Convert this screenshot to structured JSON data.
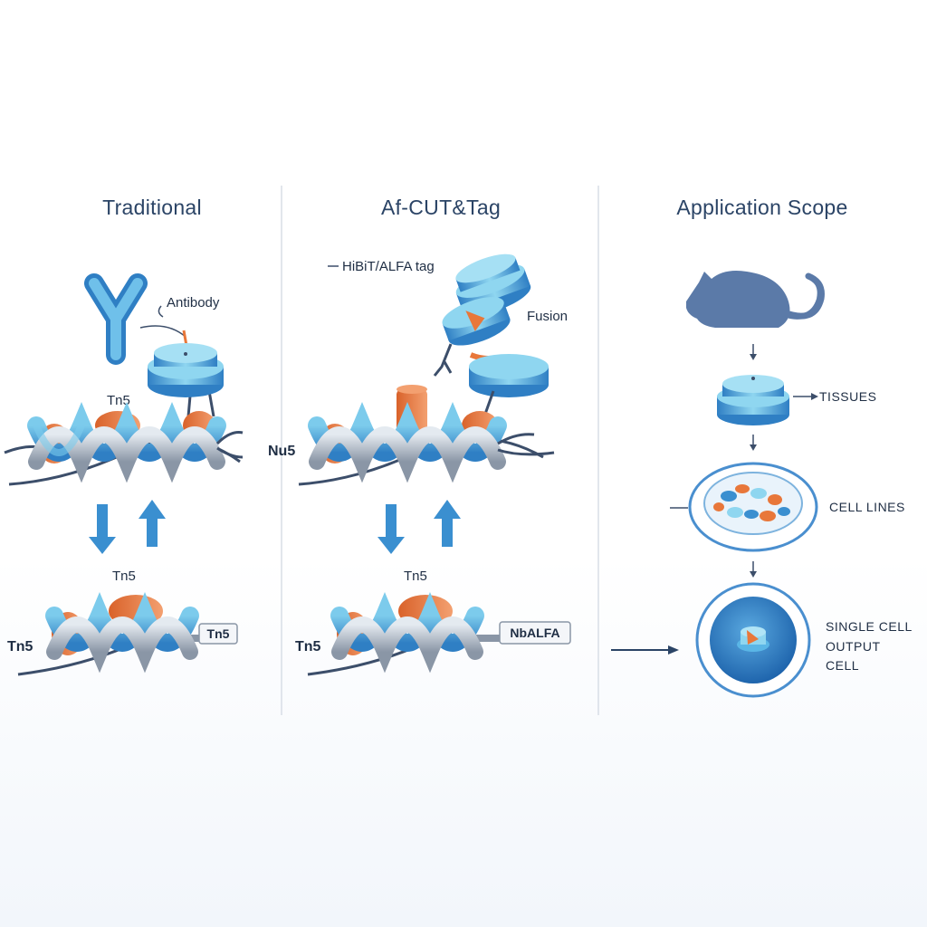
{
  "panels": {
    "traditional": {
      "title": "Traditional",
      "antibody_label": "Antibody",
      "tn5_top_label": "Tn5",
      "tn5_middle_label": "Tn5",
      "tn5_left_label": "Tn5",
      "tag_box_label": "Tn5"
    },
    "af_cut_tag": {
      "title": "Af-CUT&Tag",
      "tag_label": "HiBiT/ALFA tag",
      "fusion_label": "Fusion",
      "left_label": "Nu5",
      "tn5_middle_label": "Tn5",
      "tn5_left_label": "Tn5",
      "tag_box_label": "NbALFA"
    },
    "application_scope": {
      "title": "Application Scope",
      "tissues_label": "TISSUES",
      "cell_lines_label": "CELL LINES",
      "single_cell_line1": "SINGLE CELL",
      "single_cell_line2": "OUTPUT",
      "single_cell_line3": "CELL"
    }
  },
  "colors": {
    "blue": "#3a8fd0",
    "light_blue": "#8fd0ec",
    "orange": "#e8773a",
    "navy": "#2b4466",
    "dark": "#3c4e6a"
  },
  "icons": [
    "antibody-icon",
    "tn5-complex-icon",
    "dna-helix-icon",
    "mouse-icon",
    "petri-dish-icon",
    "single-cell-icon",
    "arrow-down-icon",
    "arrow-up-icon"
  ]
}
